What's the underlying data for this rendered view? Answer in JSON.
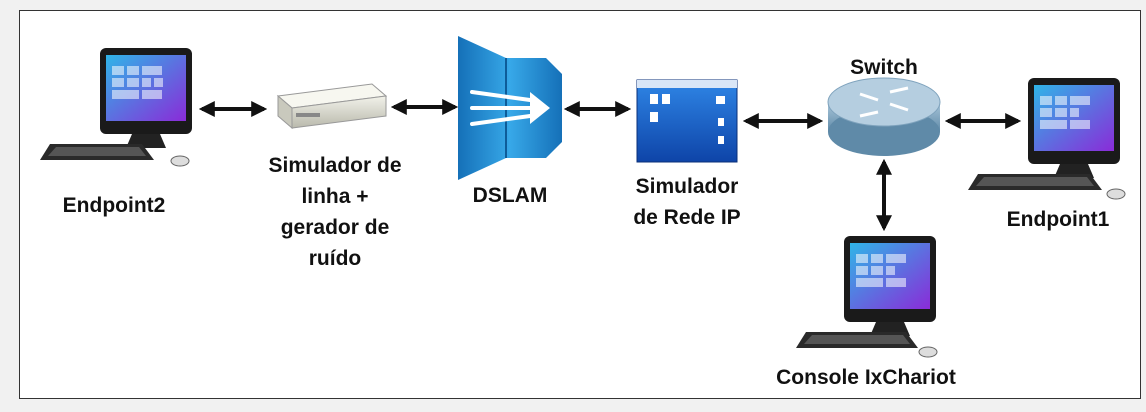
{
  "nodes": {
    "endpoint2": {
      "label": "Endpoint2"
    },
    "line_simulator": {
      "label": "Simulador de\nlinha +\ngerador de\nruído"
    },
    "dslam": {
      "label": "DSLAM"
    },
    "ip_network_simulator": {
      "label": "Simulador\nde Rede IP"
    },
    "switch": {
      "label": "Switch"
    },
    "endpoint1": {
      "label": "Endpoint1"
    },
    "console": {
      "label": "Console IxChariot"
    }
  },
  "colors": {
    "border": "#333333",
    "arrow": "#111111",
    "dslam_blue": "#1f8ad3",
    "router_blue": "#7fa7c3",
    "screen_blue": "#1460c8"
  }
}
